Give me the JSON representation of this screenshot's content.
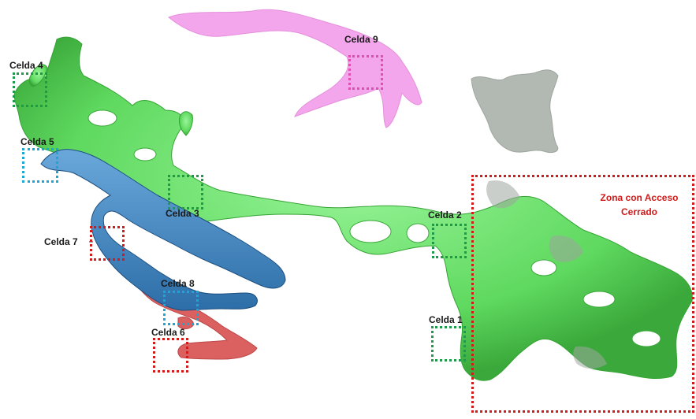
{
  "colors": {
    "green_marker": "#1f9a4a",
    "cyan_marker": "#1aa7d8",
    "red_marker": "#d11a1a",
    "pink_marker": "#e04fb0",
    "green_tissue": "#6ee36e",
    "blue_tissue": "#3f88c5",
    "pink_tissue": "#f3a6ec",
    "red_tissue": "#d94d4d",
    "gray_tissue": "#a0a6a0"
  },
  "cells": [
    {
      "id": "celda-4",
      "label": "Celda 4",
      "color": "green"
    },
    {
      "id": "celda-5",
      "label": "Celda 5",
      "color": "cyan"
    },
    {
      "id": "celda-3",
      "label": "Celda 3",
      "color": "green"
    },
    {
      "id": "celda-7",
      "label": "Celda 7",
      "color": "red"
    },
    {
      "id": "celda-8",
      "label": "Celda 8",
      "color": "cyan"
    },
    {
      "id": "celda-6",
      "label": "Celda 6",
      "color": "red"
    },
    {
      "id": "celda-9",
      "label": "Celda 9",
      "color": "pink"
    },
    {
      "id": "celda-2",
      "label": "Celda 2",
      "color": "green"
    },
    {
      "id": "celda-1",
      "label": "Celda 1",
      "color": "green"
    }
  ],
  "restricted_zone": {
    "label_line1": "Zona con Acceso",
    "label_line2": "Cerrado",
    "color": "red"
  }
}
